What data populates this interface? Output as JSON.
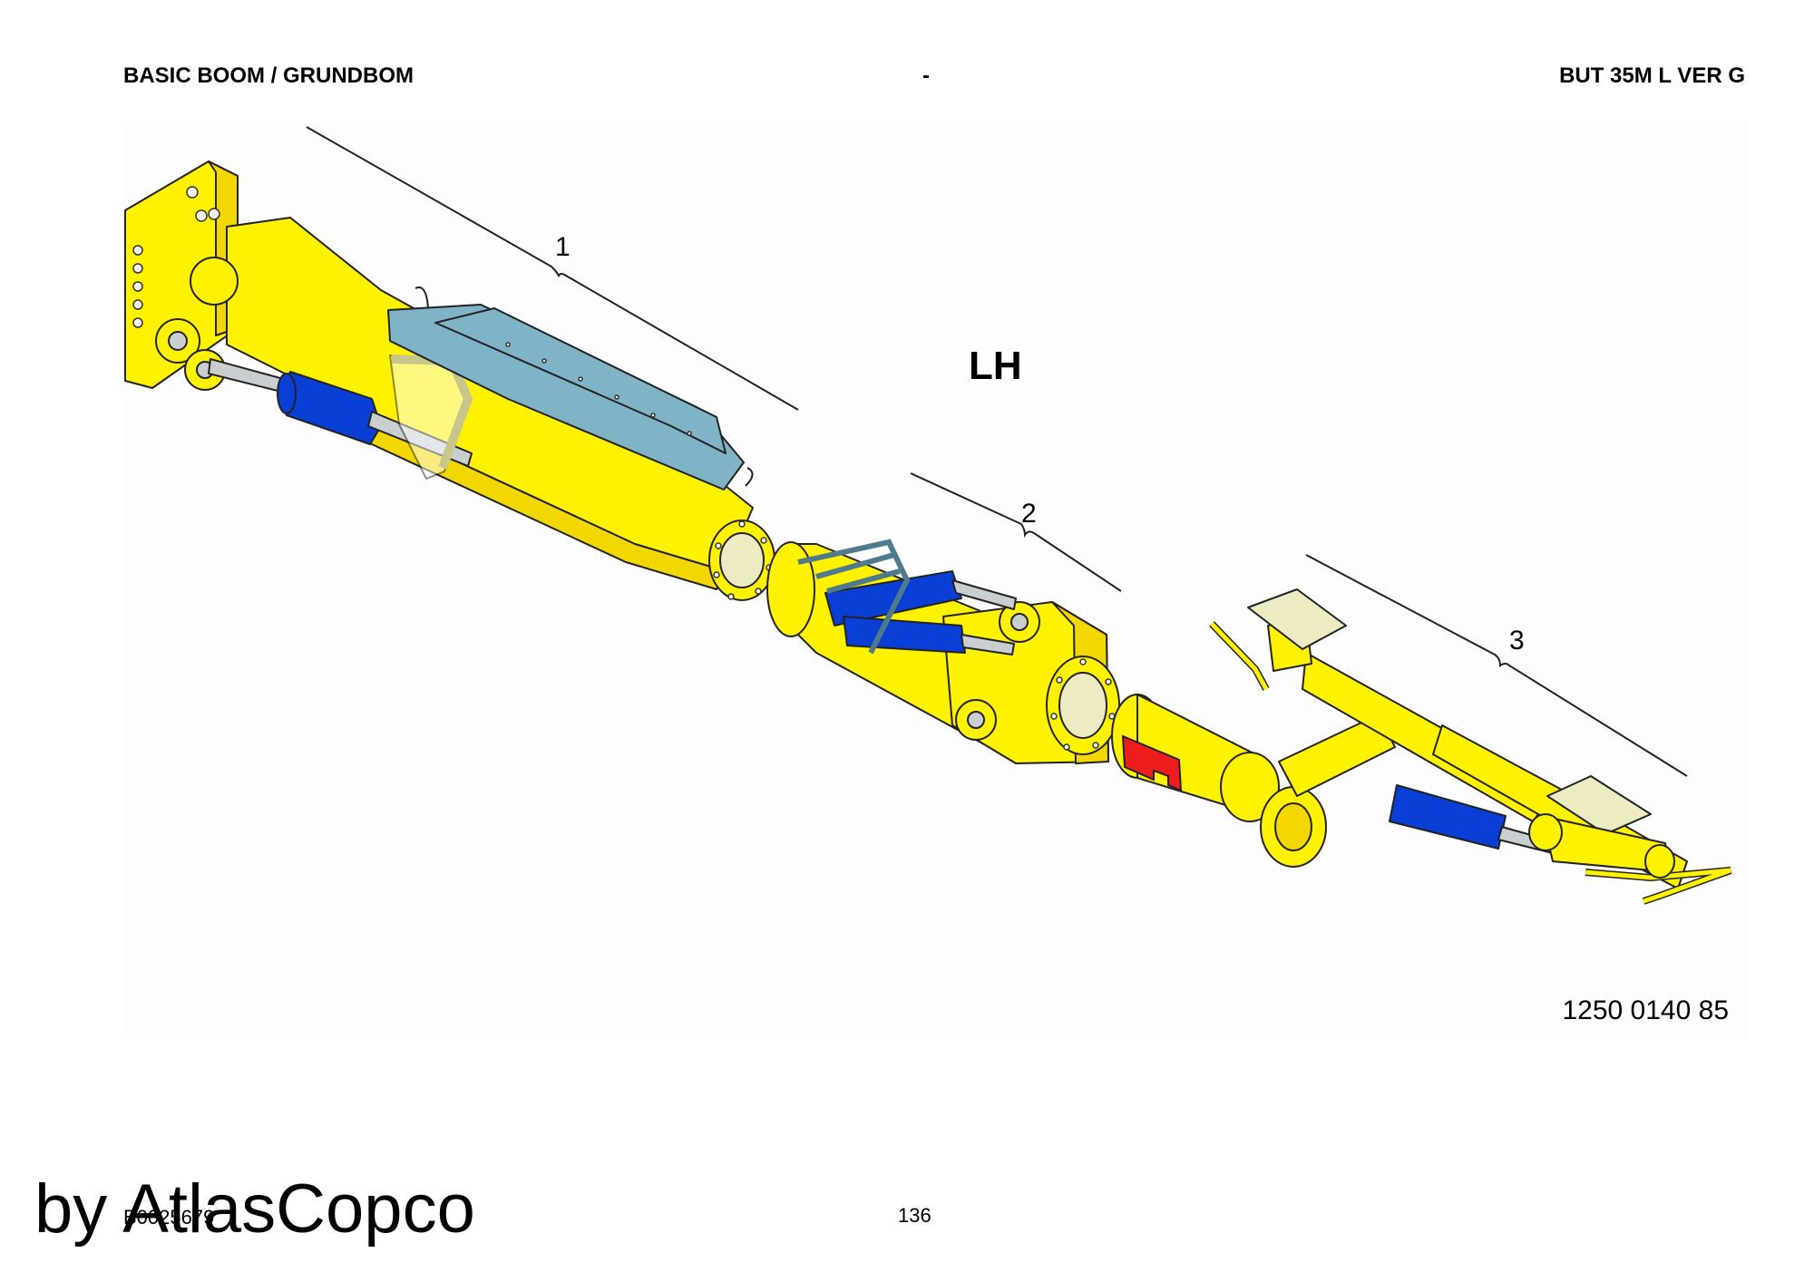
{
  "header": {
    "left": "BASIC BOOM / GRUNDBOM",
    "middle": "-",
    "right": "BUT 35M L VER G"
  },
  "diagram": {
    "side_label": "LH",
    "callouts": [
      "1",
      "2",
      "3"
    ],
    "part_number": "1250 0140 85",
    "colors": {
      "boom": "#fff200",
      "cylinder": "#0a3fd6",
      "guard": "#7fb3c6",
      "plate": "#ecebc2",
      "highlight": "#ee1c1c"
    }
  },
  "footer": {
    "doc_code": "B0025679",
    "page_number": "136",
    "watermark": "by AtlasCopco"
  }
}
